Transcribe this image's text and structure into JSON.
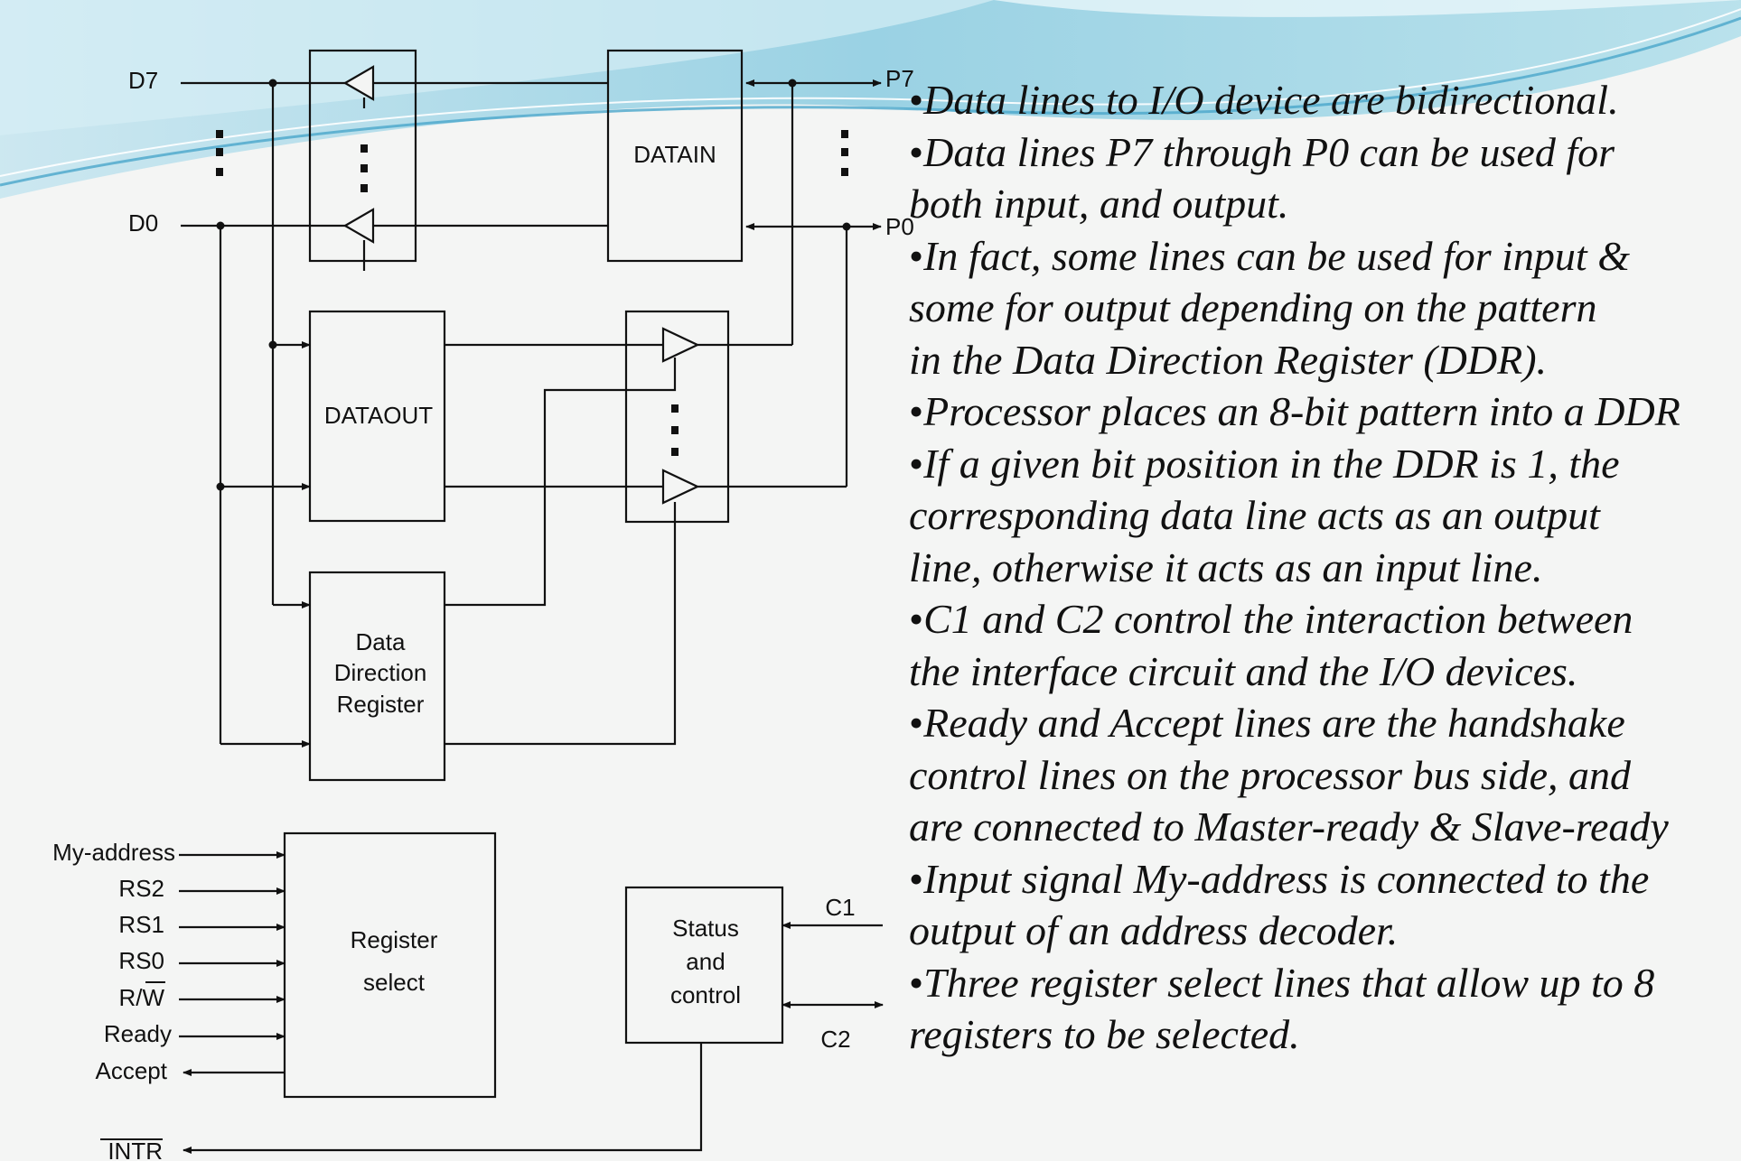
{
  "diagram": {
    "data_pins_left": [
      "D7",
      "D0"
    ],
    "port_pins": [
      "P7",
      "P0"
    ],
    "blocks": {
      "datain": "DATAIN",
      "dataout": "DATAOUT",
      "ddr": [
        "Data",
        "Direction",
        "Register"
      ],
      "register_select": [
        "Register",
        "select"
      ],
      "status_control": [
        "Status",
        "and",
        "control"
      ]
    },
    "control_inputs": [
      "My-address",
      "RS2",
      "RS1",
      "RS0",
      "R/W",
      "Ready",
      "Accept",
      "INTR"
    ],
    "control_lines": [
      "C1",
      "C2"
    ]
  },
  "notes": [
    {
      "lines": [
        "Data lines to I/O device are bidirectional."
      ]
    },
    {
      "lines": [
        "Data lines P7 through P0 can be used for",
        "both input, and output."
      ]
    },
    {
      "lines": [
        "In fact, some lines can be used for input &",
        " some for output depending on the pattern",
        " in the Data Direction Register (DDR)."
      ]
    },
    {
      "lines": [
        "Processor places an 8-bit pattern into a DDR"
      ]
    },
    {
      "lines": [
        "If a given bit position in the DDR is 1, the",
        " corresponding data line acts as an output",
        " line, otherwise it acts as an input line."
      ]
    },
    {
      "lines": [
        "C1 and C2 control the interaction between",
        " the interface circuit and the I/O devices."
      ]
    },
    {
      "lines": [
        "Ready and Accept lines are the handshake",
        " control lines on the processor bus side, and",
        " are connected to Master-ready & Slave-ready"
      ]
    },
    {
      "lines": [
        "Input signal My-address is connected to the",
        "output of an address decoder."
      ]
    },
    {
      "lines": [
        "Three register select lines that allow up to 8",
        "registers to be selected."
      ]
    }
  ],
  "colors": {
    "background": "#f4f5f4",
    "wave_light": "#cfe9f2",
    "wave_mid": "#8fcfe2",
    "wave_dark": "#3f9ec6"
  }
}
